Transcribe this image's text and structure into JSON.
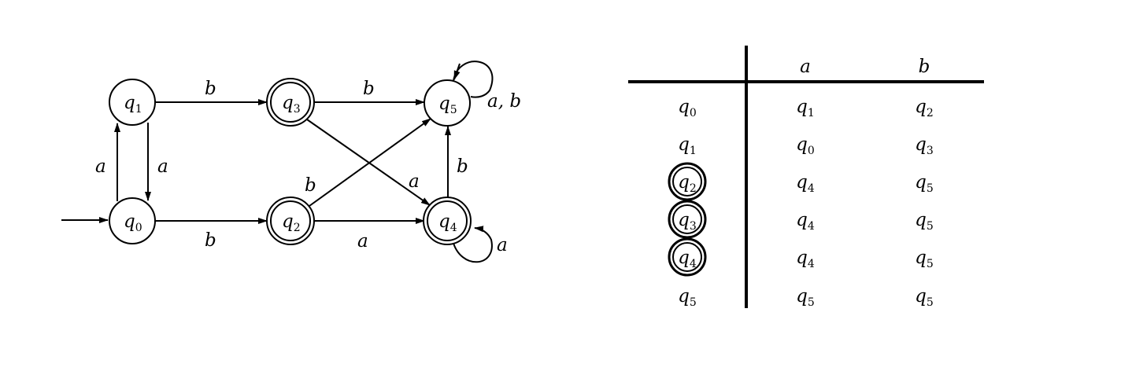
{
  "automaton": {
    "states": [
      {
        "id": "q0",
        "name": "q",
        "sub": "0",
        "accepting": false
      },
      {
        "id": "q1",
        "name": "q",
        "sub": "1",
        "accepting": false
      },
      {
        "id": "q2",
        "name": "q",
        "sub": "2",
        "accepting": true
      },
      {
        "id": "q3",
        "name": "q",
        "sub": "3",
        "accepting": true
      },
      {
        "id": "q4",
        "name": "q",
        "sub": "4",
        "accepting": true
      },
      {
        "id": "q5",
        "name": "q",
        "sub": "5",
        "accepting": false
      }
    ],
    "start_state": "q0",
    "transitions": [
      {
        "from": "q1",
        "to": "q0",
        "label": "a"
      },
      {
        "from": "q0",
        "to": "q1",
        "label": "a"
      },
      {
        "from": "q1",
        "to": "q3",
        "label": "b"
      },
      {
        "from": "q0",
        "to": "q2",
        "label": "b"
      },
      {
        "from": "q3",
        "to": "q5",
        "label": "b"
      },
      {
        "from": "q3",
        "to": "q4",
        "label": "a"
      },
      {
        "from": "q2",
        "to": "q5",
        "label": "b"
      },
      {
        "from": "q2",
        "to": "q4",
        "label": "a"
      },
      {
        "from": "q4",
        "to": "q5",
        "label": "b"
      },
      {
        "from": "q4",
        "to": "q4",
        "label": "a"
      },
      {
        "from": "q5",
        "to": "q5",
        "label": "a, b"
      }
    ]
  },
  "table": {
    "headers": [
      "a",
      "b"
    ],
    "rows": [
      {
        "state": {
          "name": "q",
          "sub": "0"
        },
        "accepting": false,
        "a": {
          "name": "q",
          "sub": "1"
        },
        "b": {
          "name": "q",
          "sub": "2"
        }
      },
      {
        "state": {
          "name": "q",
          "sub": "1"
        },
        "accepting": false,
        "a": {
          "name": "q",
          "sub": "0"
        },
        "b": {
          "name": "q",
          "sub": "3"
        }
      },
      {
        "state": {
          "name": "q",
          "sub": "2"
        },
        "accepting": true,
        "a": {
          "name": "q",
          "sub": "4"
        },
        "b": {
          "name": "q",
          "sub": "5"
        }
      },
      {
        "state": {
          "name": "q",
          "sub": "3"
        },
        "accepting": true,
        "a": {
          "name": "q",
          "sub": "4"
        },
        "b": {
          "name": "q",
          "sub": "5"
        }
      },
      {
        "state": {
          "name": "q",
          "sub": "4"
        },
        "accepting": true,
        "a": {
          "name": "q",
          "sub": "4"
        },
        "b": {
          "name": "q",
          "sub": "5"
        }
      },
      {
        "state": {
          "name": "q",
          "sub": "5"
        },
        "accepting": false,
        "a": {
          "name": "q",
          "sub": "5"
        },
        "b": {
          "name": "q",
          "sub": "5"
        }
      }
    ]
  }
}
